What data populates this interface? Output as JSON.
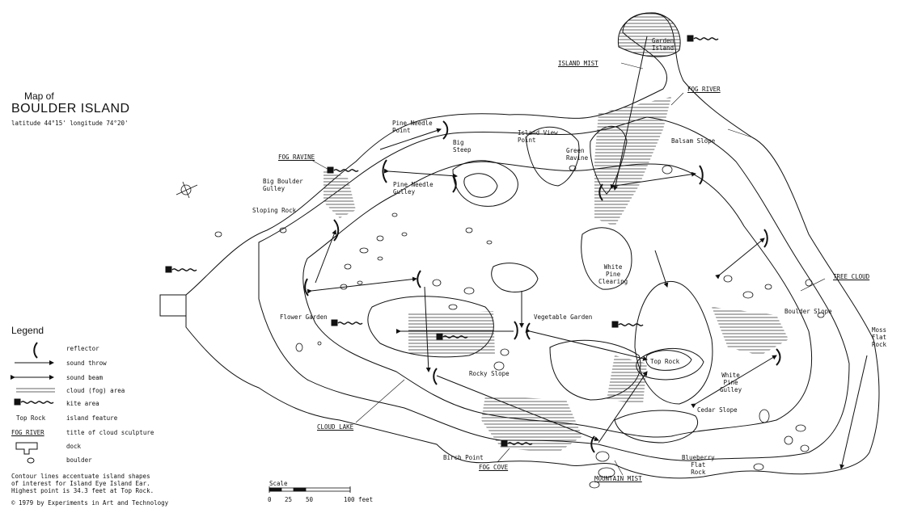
{
  "title": {
    "line1": "Map of",
    "line2": "BOULDER ISLAND",
    "coords": "latitude 44°15' longitude 74°20'"
  },
  "labels": {
    "garden_island": "Garden\nIsland",
    "island_mist": "ISLAND MIST",
    "fog_river": "FOG RIVER",
    "pine_needle_point": "Pine Needle\nPoint",
    "big_steep": "Big\nSteep",
    "island_view": "Island View\nPoint",
    "green_ravine": "Green\nRavine",
    "balsam_slope": "Balsam Slope",
    "fog_ravine": "FOG RAVINE",
    "big_boulder_gulley": "Big Boulder\nGulley",
    "pine_needle_gulley": "Pine Needle\nGulley",
    "sloping_rock": "Sloping Rock",
    "white_pine_clearing": "White\nPine\nClearing",
    "tree_cloud": "TREE CLOUD",
    "boulder_slope": "Boulder Slope",
    "moss_flat_rock": "Moss\nFlat\nRock",
    "flower_garden": "Flower Garden",
    "vegetable_garden": "Vegetable Garden",
    "top_rock": "Top Rock",
    "white_pine_gulley": "White\nPine\nGulley",
    "rocky_slope": "Rocky Slope",
    "cloud_lake": "CLOUD LAKE",
    "cedar_slope": "Cedar Slope",
    "birch_point": "Birch Point",
    "fog_cove": "FOG COVE",
    "mountain_mist": "MOUNTAIN MIST",
    "blueberry_flat_rock": "Blueberry\nFlat\nRock"
  },
  "legend": {
    "title": "Legend",
    "items": [
      {
        "label": "reflector"
      },
      {
        "label": "sound throw"
      },
      {
        "label": "sound beam"
      },
      {
        "label": "cloud (fog) area"
      },
      {
        "label": "kite area"
      },
      {
        "label": "island feature",
        "sample": "Top Rock"
      },
      {
        "label": "title of cloud sculpture",
        "sample": "FOG RIVER"
      },
      {
        "label": "dock"
      },
      {
        "label": "boulder"
      }
    ]
  },
  "note": "Contour lines accentuate island shapes\nof interest for Island Eye Island Ear.\nHighest point is 34.3 feet at Top Rock.",
  "scale": {
    "label": "Scale",
    "ticks": [
      "0",
      "25",
      "50",
      "100 feet"
    ]
  },
  "copyright": "© 1979 by Experiments in Art and Technology"
}
